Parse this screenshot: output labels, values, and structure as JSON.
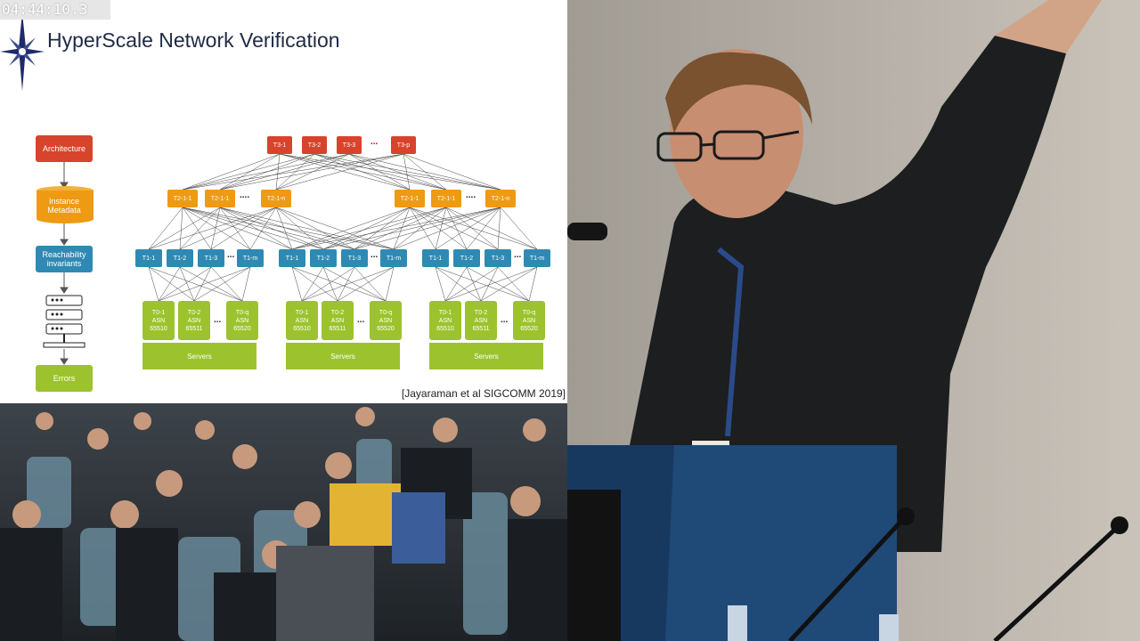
{
  "timecode": "04:44:10.3",
  "slide": {
    "title": "HyperScale Network Verification",
    "citation": "[Jayaraman et al SIGCOMM 2019]",
    "flow": {
      "architecture": "Architecture",
      "instance_metadata": "Instance Metadata",
      "reachability": "Reachability invariants",
      "errors": "Errors"
    },
    "tier3": [
      "T3-1",
      "T3-2",
      "T3-3",
      "T3-p"
    ],
    "tier2_left": [
      "T2-1-1",
      "T2-1-1",
      "T2-1-n"
    ],
    "tier2_right": [
      "T2-1-1",
      "T2-1-1",
      "T2-1-n"
    ],
    "tier1": [
      "T1-1",
      "T1-2",
      "T1-3",
      "T1-m"
    ],
    "tier0": [
      {
        "name": "T0-1",
        "asn": "ASN",
        "num": "65510"
      },
      {
        "name": "T0-2",
        "asn": "ASN",
        "num": "65511"
      },
      {
        "name": "T0-q",
        "asn": "ASN",
        "num": "65520"
      }
    ],
    "servers_label": "Servers",
    "ellipsis": "...",
    "ellipsis_t2": "....",
    "colors": {
      "tier3": "#d8432c",
      "tier2": "#ee9a13",
      "tier1": "#2f8ab3",
      "tier0": "#9cc32e",
      "metadata": "#ee9a13"
    }
  }
}
